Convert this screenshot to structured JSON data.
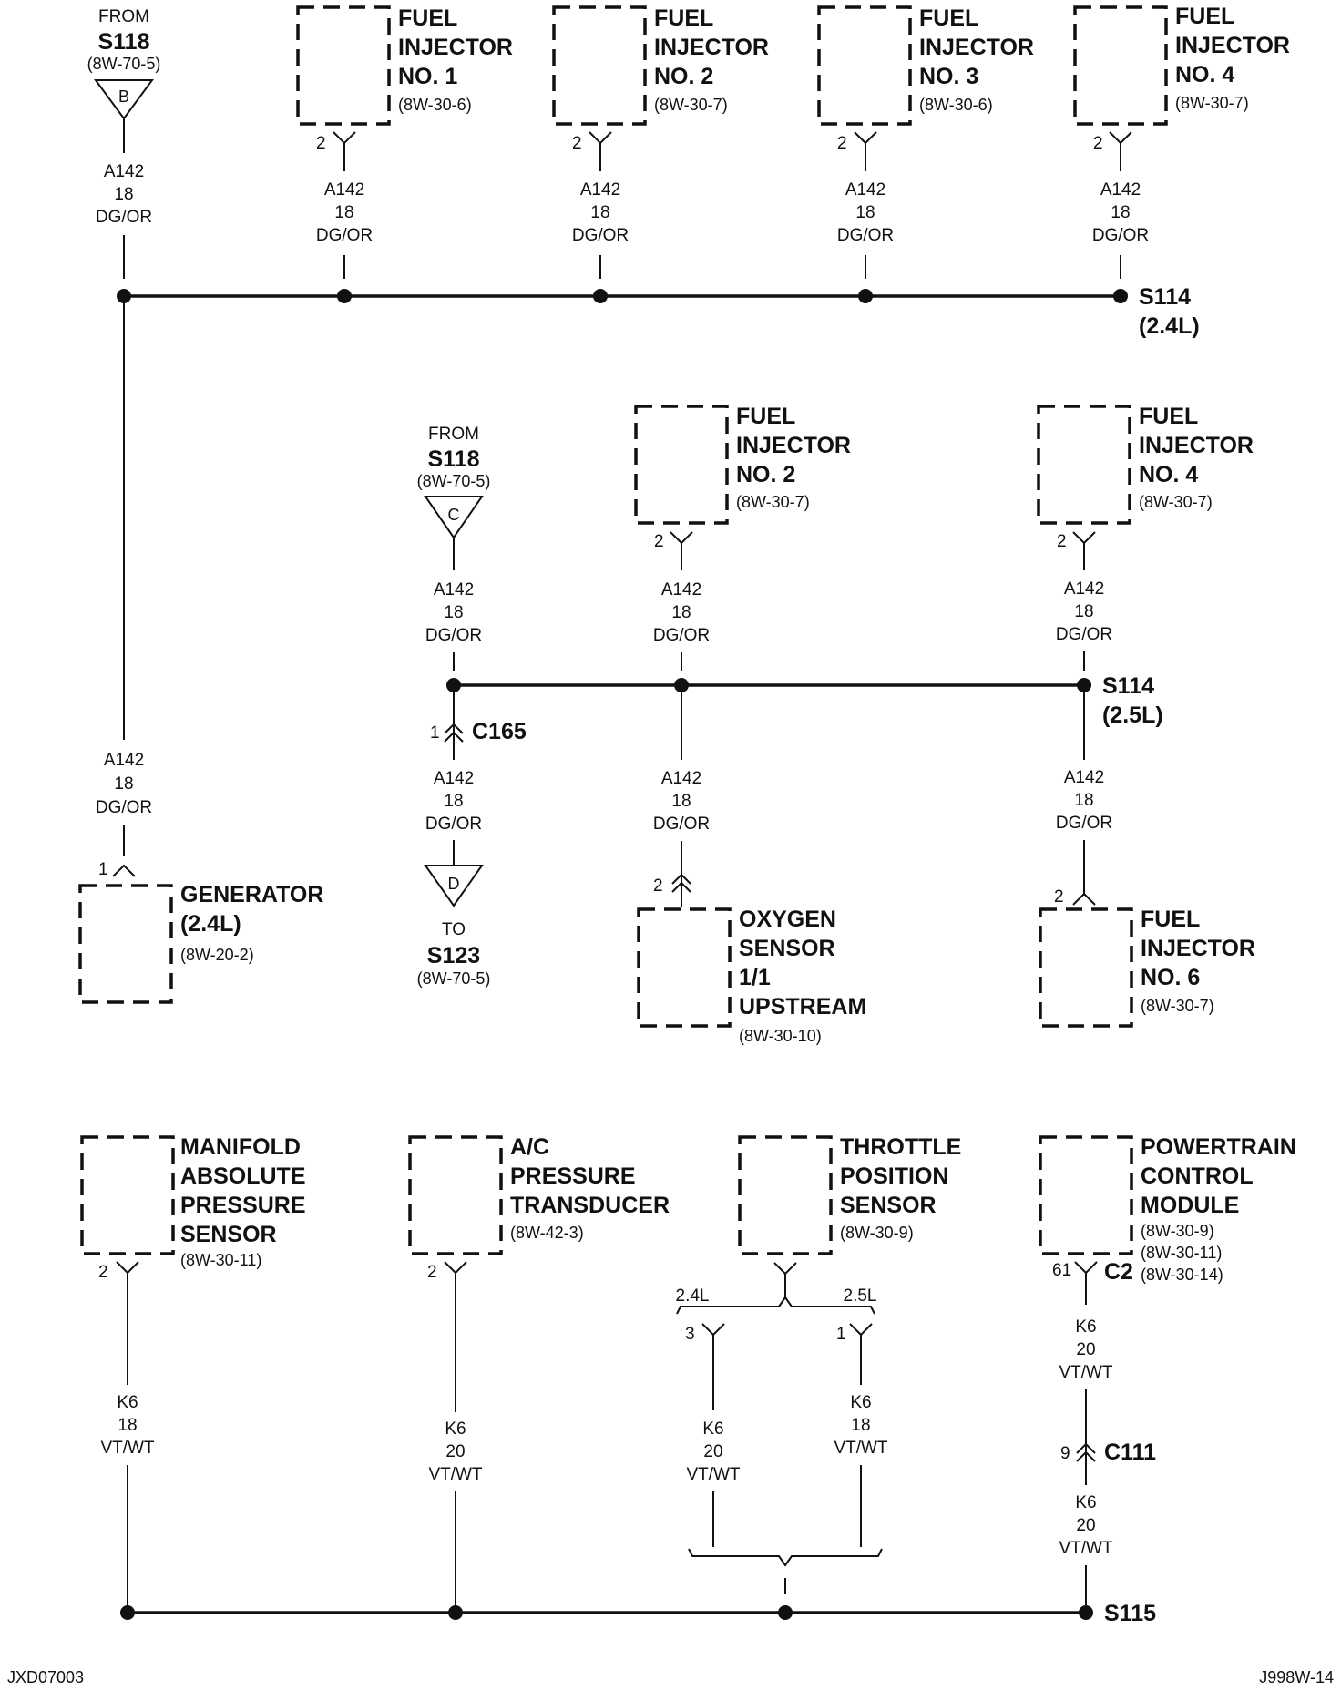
{
  "footer": {
    "left": "JXD07003",
    "right": "J998W-14"
  },
  "top": {
    "from_label": "FROM",
    "source_splice": "S118",
    "source_ref": "(8W-70-5)",
    "source_letter": "B",
    "splice": "S114",
    "splice_variant": "(2.4L)",
    "wire": {
      "circuit": "A142",
      "gauge": "18",
      "color": "DG/OR"
    },
    "injectors": [
      {
        "line1": "FUEL",
        "line2": "INJECTOR",
        "line3": "NO. 1",
        "ref": "(8W-30-6)",
        "pin": "2"
      },
      {
        "line1": "FUEL",
        "line2": "INJECTOR",
        "line3": "NO. 2",
        "ref": "(8W-30-7)",
        "pin": "2"
      },
      {
        "line1": "FUEL",
        "line2": "INJECTOR",
        "line3": "NO. 3",
        "ref": "(8W-30-6)",
        "pin": "2"
      },
      {
        "line1": "FUEL",
        "line2": "INJECTOR",
        "line3": "NO. 4",
        "ref": "(8W-30-7)",
        "pin": "2"
      }
    ],
    "generator": {
      "line1": "GENERATOR",
      "line2": "(2.4L)",
      "ref": "(8W-20-2)",
      "pin": "1"
    }
  },
  "middle": {
    "from_label": "FROM",
    "source_splice": "S118",
    "source_ref": "(8W-70-5)",
    "source_letter": "C",
    "connector": "C165",
    "connector_pin": "1",
    "to_label": "TO",
    "dest_splice": "S123",
    "dest_ref": "(8W-70-5)",
    "dest_letter": "D",
    "splice": "S114",
    "splice_variant": "(2.5L)",
    "wire": {
      "circuit": "A142",
      "gauge": "18",
      "color": "DG/OR"
    },
    "injector2": {
      "line1": "FUEL",
      "line2": "INJECTOR",
      "line3": "NO. 2",
      "ref": "(8W-30-7)",
      "pin": "2"
    },
    "injector4": {
      "line1": "FUEL",
      "line2": "INJECTOR",
      "line3": "NO. 4",
      "ref": "(8W-30-7)",
      "pin": "2"
    },
    "injector6": {
      "line1": "FUEL",
      "line2": "INJECTOR",
      "line3": "NO. 6",
      "ref": "(8W-30-7)",
      "pin": "2"
    },
    "oxygen": {
      "line1": "OXYGEN",
      "line2": "SENSOR",
      "line3": "1/1",
      "line4": "UPSTREAM",
      "ref": "(8W-30-10)",
      "pin": "2"
    }
  },
  "bottom": {
    "splice": "S115",
    "map": {
      "line1": "MANIFOLD",
      "line2": "ABSOLUTE",
      "line3": "PRESSURE",
      "line4": "SENSOR",
      "ref": "(8W-30-11)",
      "pin": "2",
      "circuit": "K6",
      "gauge": "18",
      "color": "VT/WT"
    },
    "ac": {
      "line1": "A/C",
      "line2": "PRESSURE",
      "line3": "TRANSDUCER",
      "ref": "(8W-42-3)",
      "pin": "2",
      "circuit": "K6",
      "gauge": "20",
      "color": "VT/WT"
    },
    "tps": {
      "line1": "THROTTLE",
      "line2": "POSITION",
      "line3": "SENSOR",
      "ref": "(8W-30-9)",
      "left_variant": "2.4L",
      "right_variant": "2.5L",
      "left_pin": "3",
      "right_pin": "1",
      "left_wire": {
        "circuit": "K6",
        "gauge": "20",
        "color": "VT/WT"
      },
      "right_wire": {
        "circuit": "K6",
        "gauge": "18",
        "color": "VT/WT"
      }
    },
    "pcm": {
      "line1": "POWERTRAIN",
      "line2": "CONTROL",
      "line3": "MODULE",
      "ref1": "(8W-30-9)",
      "ref2": "(8W-30-11)",
      "ref3": "(8W-30-14)",
      "pin": "61",
      "connector": "C2",
      "inline_connector": "C111",
      "inline_pin": "9",
      "wire_upper": {
        "circuit": "K6",
        "gauge": "20",
        "color": "VT/WT"
      },
      "wire_lower": {
        "circuit": "K6",
        "gauge": "20",
        "color": "VT/WT"
      }
    }
  }
}
